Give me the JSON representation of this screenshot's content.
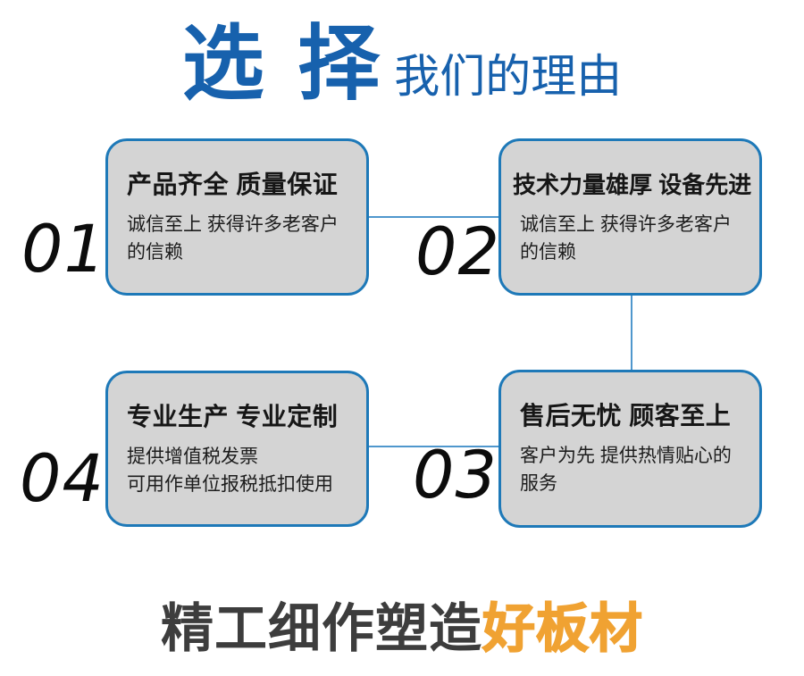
{
  "header": {
    "title_big": "选 择",
    "title_rest": "我们的理由"
  },
  "cards": [
    {
      "number": "01",
      "title": "产品齐全 质量保证",
      "desc": "诚信至上 获得许多老客户\n的信赖"
    },
    {
      "number": "02",
      "title": "技术力量雄厚 设备先进",
      "desc": "诚信至上 获得许多老客户\n的信赖"
    },
    {
      "number": "03",
      "title": "售后无忧 顾客至上",
      "desc": "客户为先 提供热情贴心的\n服务"
    },
    {
      "number": "04",
      "title": "专业生产 专业定制",
      "desc": "提供增值税发票\n可用作单位报税抵扣使用"
    }
  ],
  "footer": {
    "tagline_dark": "精工细作塑造",
    "tagline_accent": "好板材"
  },
  "colors": {
    "header_blue": "#1761ad",
    "card_border_blue": "#1e79b8",
    "connector_blue": "#4f97cd",
    "card_background": "#d4d4d4",
    "number_black": "#0c0c0c",
    "tagline_dark": "#3d3d3d",
    "tagline_orange": "#f0a232"
  }
}
